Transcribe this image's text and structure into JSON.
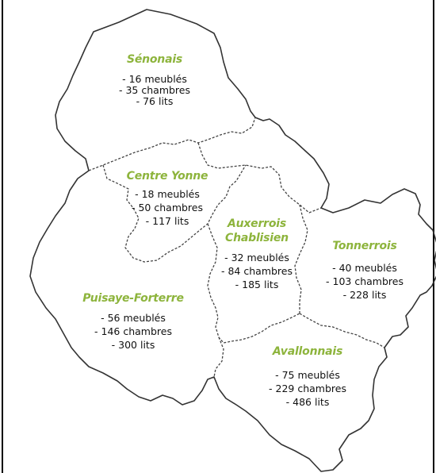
{
  "colors": {
    "region_name": "#8DB43C",
    "outer_border": "#333333",
    "inner_border": "#444444",
    "frame": "#000000"
  },
  "regions": [
    {
      "key": "senonais",
      "name": "Sénonais",
      "meubles": "- 16 meublés",
      "chambres": "- 35 chambres",
      "lits": "- 76 lits"
    },
    {
      "key": "centre_yonne",
      "name": "Centre Yonne",
      "meubles": "- 18 meublés",
      "chambres": "- 50 chambres",
      "lits": "- 117 lits"
    },
    {
      "key": "auxerrois",
      "name": "Auxerrois",
      "name2": "Chablisien",
      "meubles": "- 32 meublés",
      "chambres": "- 84 chambres",
      "lits": "- 185 lits"
    },
    {
      "key": "tonnerrois",
      "name": "Tonnerrois",
      "meubles": "- 40 meublés",
      "chambres": "- 103 chambres",
      "lits": "- 228 lits"
    },
    {
      "key": "puisaye",
      "name": "Puisaye-Forterre",
      "meubles": "- 56 meublés",
      "chambres": "- 146 chambres",
      "lits": "- 300 lits"
    },
    {
      "key": "avallonnais",
      "name": "Avallonnais",
      "meubles": "- 75 meublés",
      "chambres": "- 229 chambres",
      "lits": "- 486 lits"
    }
  ]
}
